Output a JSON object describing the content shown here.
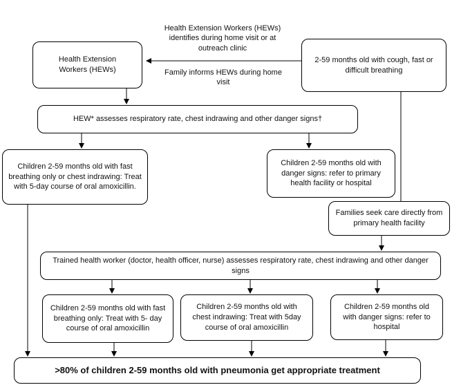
{
  "diagram": {
    "hew_box": "Health Extension Workers (HEWs)",
    "start_box": "2-59 months old with cough, fast or difficult breathing",
    "label_identifies": "Health Extension Workers (HEWs) identifies during home visit or at outreach clinic",
    "label_family_informs": "Family informs HEWs during home visit",
    "hew_assess_box": "HEW* assesses respiratory rate, chest indrawing and other danger signs†",
    "hew_treat_box": "Children 2-59 months old with fast breathing only or chest indrawing: Treat with 5-day course of oral amoxicillin.",
    "hew_refer_box": "Children 2-59 months old with danger signs: refer to primary health facility or hospital",
    "families_seek_box": "Families seek care directly from primary health facility",
    "trained_assess_box": "Trained health worker (doctor, health officer, nurse) assesses respiratory rate, chest indrawing and other danger signs",
    "fast_breathing_box": "Children 2-59 months old with fast breathing only: Treat with 5- day course of oral amoxicillin",
    "chest_indrawing_box": "Children 2-59 months old with chest indrawing: Treat with 5day course of oral amoxicillin",
    "danger_signs_box": "Children 2-59 months old with danger signs: refer to hospital",
    "outcome_box": ">80% of children 2-59 months old with pneumonia get appropriate treatment"
  }
}
